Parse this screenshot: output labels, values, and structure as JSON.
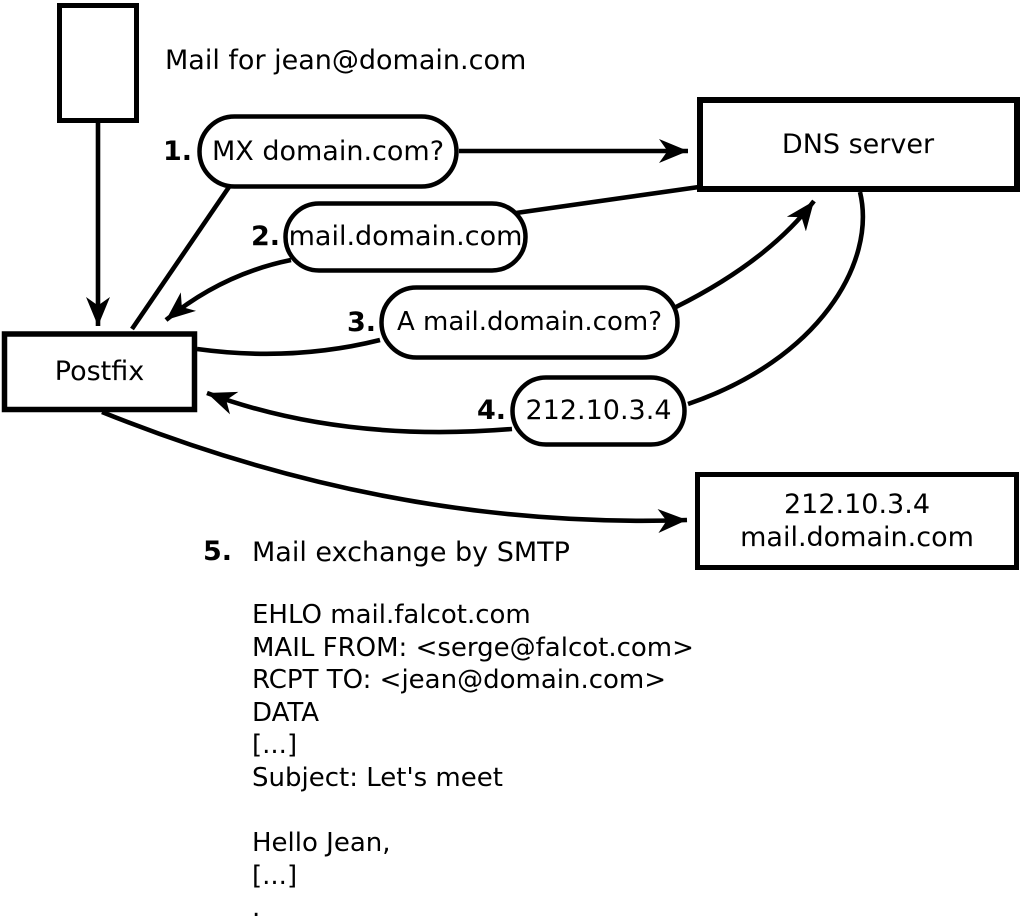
{
  "diagram": {
    "note": "Mail for jean@domain.com",
    "nodes": {
      "postfix": "Postfix",
      "dns_server": "DNS server",
      "mail_server_line1": "212.10.3.4",
      "mail_server_line2": "mail.domain.com"
    },
    "steps": [
      {
        "number": "1.",
        "label": "MX domain.com?"
      },
      {
        "number": "2.",
        "label": "mail.domain.com"
      },
      {
        "number": "3.",
        "label": "A mail.domain.com?"
      },
      {
        "number": "4.",
        "label": "212.10.3.4"
      },
      {
        "number": "5.",
        "label": "Mail exchange by SMTP"
      }
    ],
    "smtp_session": {
      "lines": [
        "EHLO mail.falcot.com",
        "MAIL FROM: <serge@falcot.com>",
        "RCPT TO: <jean@domain.com>",
        "DATA",
        "[...]",
        "Subject: Let's meet",
        "",
        "Hello Jean,",
        "[...]",
        "."
      ]
    },
    "colors": {
      "stroke": "#000000",
      "background": "#ffffff"
    }
  }
}
